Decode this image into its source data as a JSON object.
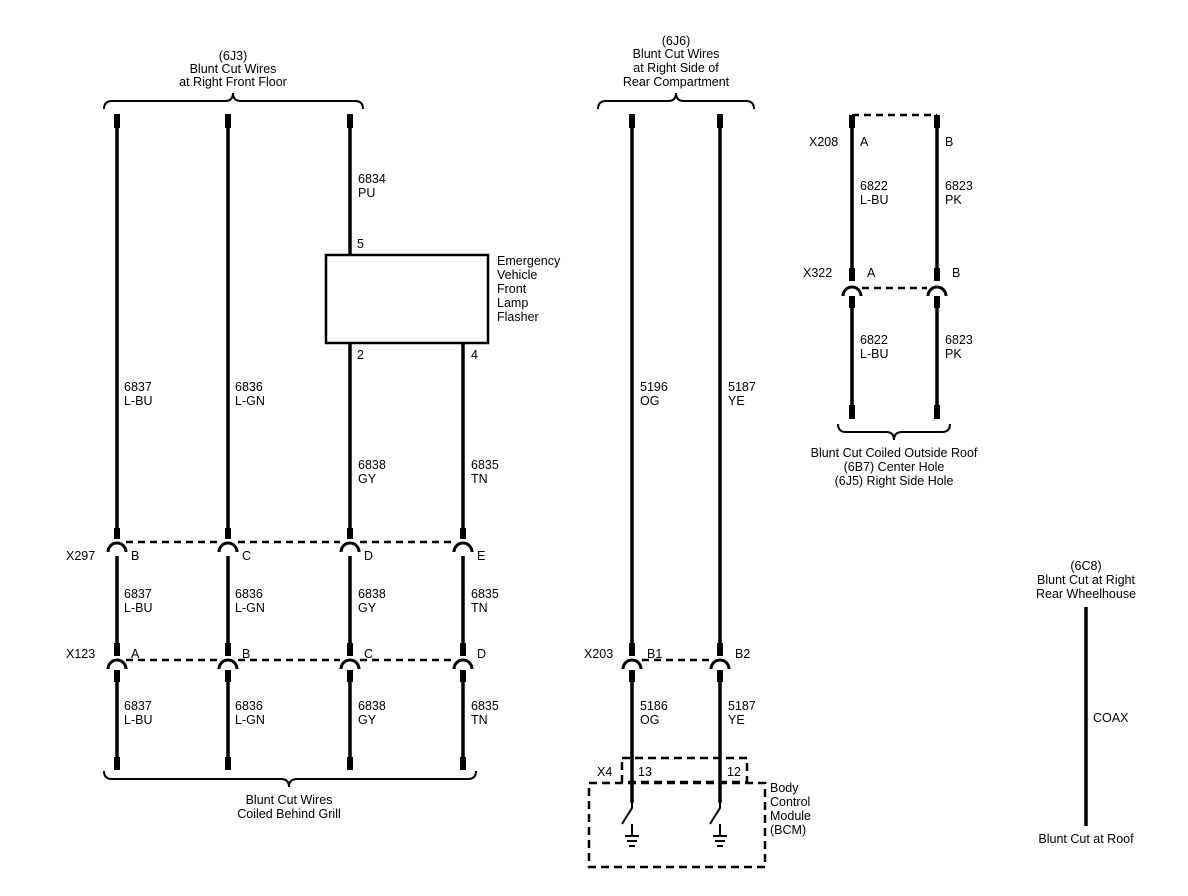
{
  "left": {
    "top_label": [
      "(6J3)",
      "Blunt Cut Wires",
      "at Right Front Floor"
    ],
    "bottom_label": [
      "Blunt Cut Wires",
      "Coiled Behind Grill"
    ],
    "flasher_wire": {
      "circuit": "6834",
      "color": "PU"
    },
    "flasher": {
      "name": [
        "Emergency",
        "Vehicle",
        "Front",
        "Lamp",
        "Flasher"
      ],
      "pin_top": "5",
      "pin_left": "2",
      "pin_right": "4"
    },
    "upper_wires": [
      {
        "circuit": "6837",
        "color": "L-BU"
      },
      {
        "circuit": "6836",
        "color": "L-GN"
      },
      {
        "circuit": "6838",
        "color": "GY"
      },
      {
        "circuit": "6835",
        "color": "TN"
      }
    ],
    "x297": {
      "name": "X297",
      "pins": [
        "B",
        "C",
        "D",
        "E"
      ]
    },
    "middle_wires": [
      {
        "circuit": "6837",
        "color": "L-BU"
      },
      {
        "circuit": "6836",
        "color": "L-GN"
      },
      {
        "circuit": "6838",
        "color": "GY"
      },
      {
        "circuit": "6835",
        "color": "TN"
      }
    ],
    "x123": {
      "name": "X123",
      "pins": [
        "A",
        "B",
        "C",
        "D"
      ]
    },
    "lower_wires": [
      {
        "circuit": "6837",
        "color": "L-BU"
      },
      {
        "circuit": "6836",
        "color": "L-GN"
      },
      {
        "circuit": "6838",
        "color": "GY"
      },
      {
        "circuit": "6835",
        "color": "TN"
      }
    ]
  },
  "middle": {
    "top_label": [
      "(6J6)",
      "Blunt Cut Wires",
      "at Right Side of",
      "Rear Compartment"
    ],
    "upper_wires": [
      {
        "circuit": "5196",
        "color": "OG"
      },
      {
        "circuit": "5187",
        "color": "YE"
      }
    ],
    "x203": {
      "name": "X203",
      "pins": [
        "B1",
        "B2"
      ]
    },
    "lower_wires": [
      {
        "circuit": "5186",
        "color": "OG"
      },
      {
        "circuit": "5187",
        "color": "YE"
      }
    ],
    "x4": {
      "name": "X4",
      "pins": [
        "13",
        "12"
      ]
    },
    "bcm": [
      "Body",
      "Control",
      "Module",
      "(BCM)"
    ]
  },
  "right_top": {
    "x208": {
      "name": "X208",
      "pins": [
        "A",
        "B"
      ]
    },
    "upper_wires": [
      {
        "circuit": "6822",
        "color": "L-BU"
      },
      {
        "circuit": "6823",
        "color": "PK"
      }
    ],
    "x322": {
      "name": "X322",
      "pins": [
        "A",
        "B"
      ]
    },
    "lower_wires": [
      {
        "circuit": "6822",
        "color": "L-BU"
      },
      {
        "circuit": "6823",
        "color": "PK"
      }
    ],
    "bottom_label": [
      "Blunt Cut Coiled Outside Roof",
      "(6B7) Center Hole",
      "(6J5) Right Side Hole"
    ]
  },
  "coax": {
    "top_label": [
      "(6C8)",
      "Blunt Cut at Right",
      "Rear Wheelhouse"
    ],
    "wire_label": "COAX",
    "bottom_label": "Blunt Cut at Roof"
  }
}
